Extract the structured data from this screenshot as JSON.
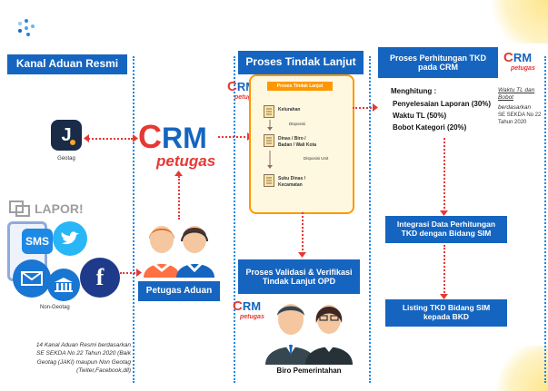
{
  "kanal": {
    "title": "Kanal Aduan Resmi",
    "geotag_label": "Geotag",
    "lapor_label": "LAPOR!",
    "sms_label": "SMS",
    "nongeotag_label": "Non-Geotag",
    "footnote": "14 Kanal Aduan Resmi berdasarkan SE SEKDA No 22 Tahun 2020 (Baik Geotag (JAKI) maupun Non Geotag (Twiter,Facebook,dll)"
  },
  "crm_main": {
    "c": "C",
    "rm": "RM",
    "sub": "petugas"
  },
  "petugas_aduan": {
    "label": "Petugas Aduan"
  },
  "proses": {
    "title": "Proses Tindak Lanjut",
    "flow_title": "Proses Tindak Lanjut",
    "steps": [
      "Kelurahan",
      "Dinas / Biro / Badan / Wali Kota",
      "Suku Dinas / Kecamatan"
    ],
    "arrow_labels": [
      "Disposisi",
      "Disposisi Unit"
    ]
  },
  "crm_small_1": {
    "c": "C",
    "rm": "RM",
    "sub": "petugas"
  },
  "validasi": {
    "title": "Proses Validasi & Verifikasi Tindak Lanjut OPD"
  },
  "crm_small_2": {
    "c": "C",
    "rm": "RM",
    "sub": "petugas"
  },
  "biro": {
    "label": "Biro Pemerintahan"
  },
  "perhitungan": {
    "title": "Proses Perhitungan TKD pada CRM",
    "heading": "Menghitung :",
    "items": [
      "Penyelesaian Laporan (30%)",
      "Waktu TL (50%)",
      "Bobot Kategori (20%)"
    ]
  },
  "crm_small_3": {
    "c": "C",
    "rm": "RM",
    "sub": "petugas"
  },
  "note_right": {
    "line1": "Waktu TL dan Bobot",
    "line2": "berdasarkan",
    "line3": "SE SEKDA No 22 Tahun 2020"
  },
  "integrasi": {
    "title": "Integrasi Data Perhitungan TKD dengan Bidang SIM"
  },
  "listing": {
    "title": "Listing TKD Bidang SIM kepada BKD"
  },
  "colors": {
    "header_blue": "#1565c0",
    "accent_red": "#e53935",
    "accent_orange": "#ff9800",
    "dot_blue": "#1e88e5"
  }
}
